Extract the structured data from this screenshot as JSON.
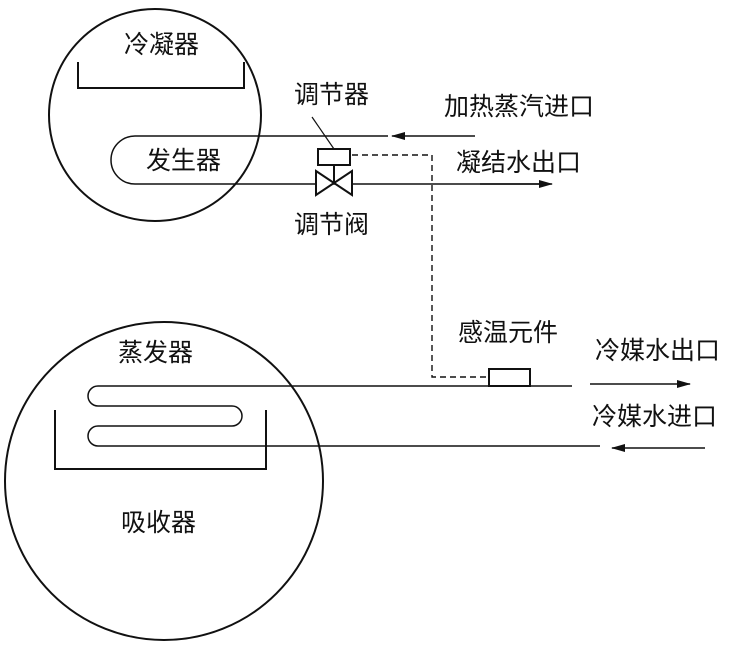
{
  "labels": {
    "condenser": "冷凝器",
    "generator": "发生器",
    "regulator": "调节器",
    "regulating_valve": "调节阀",
    "heating_steam_inlet": "加热蒸汽进口",
    "condensate_outlet": "凝结水出口",
    "temp_sensor": "感温元件",
    "evaporator": "蒸发器",
    "refrigerant_water_outlet": "冷媒水出口",
    "refrigerant_water_inlet": "冷媒水进口",
    "absorber": "吸收器"
  },
  "colors": {
    "line": "#111111",
    "background": "#ffffff"
  }
}
